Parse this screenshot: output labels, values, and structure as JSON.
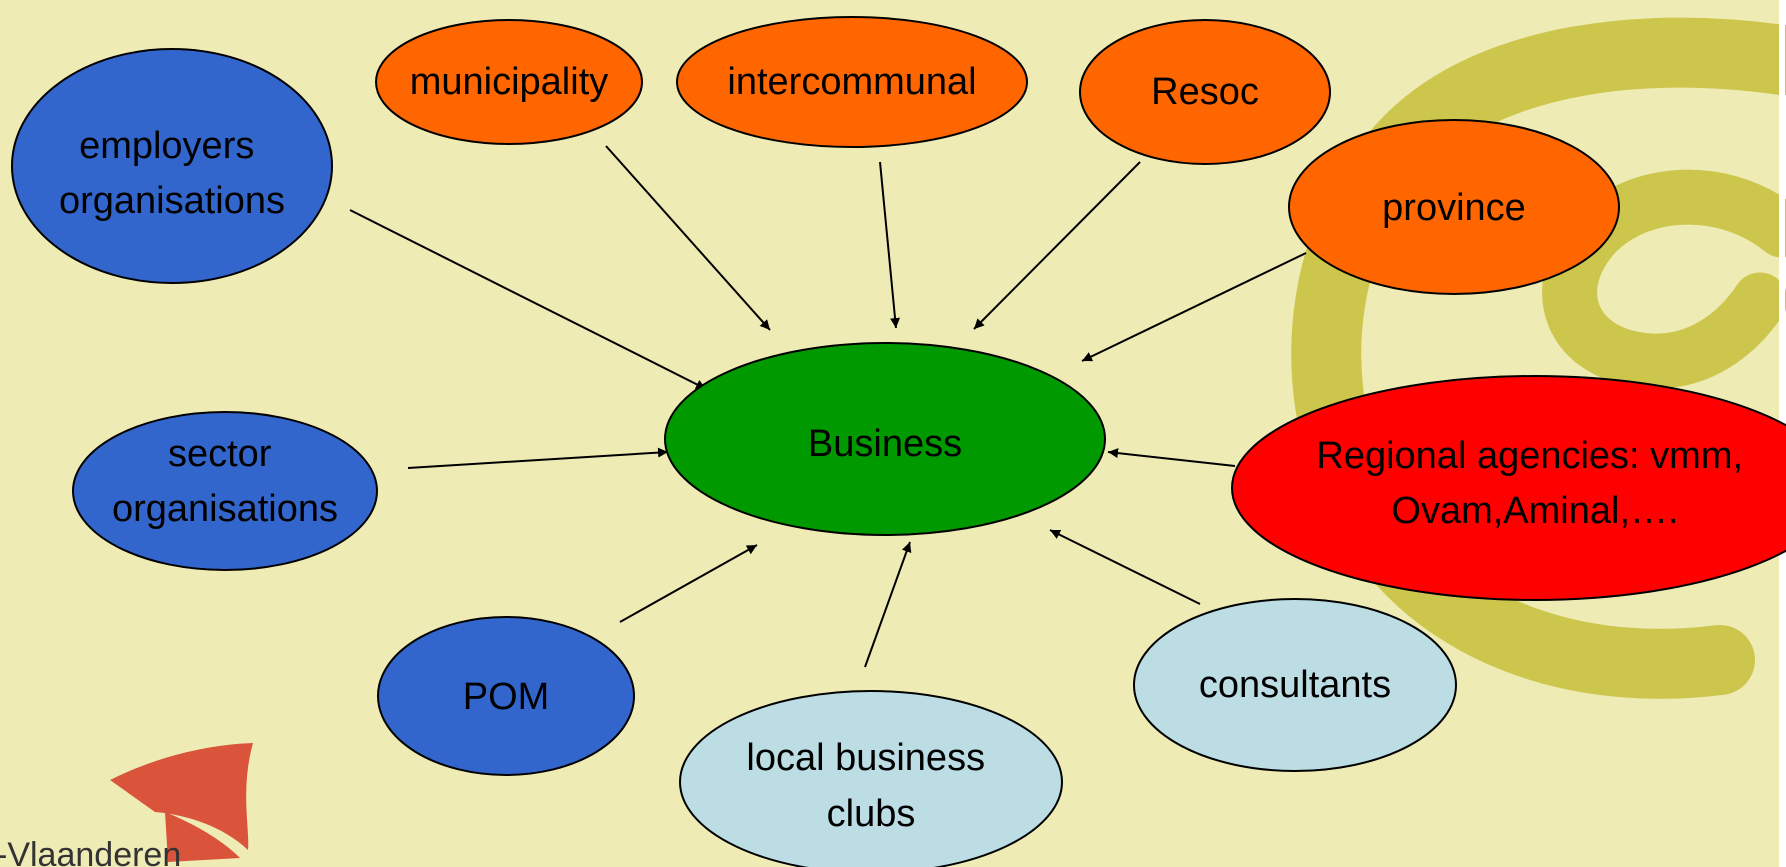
{
  "diagram": {
    "nodes": {
      "employers": {
        "lines": [
          "employers",
          "organisations"
        ],
        "color": "#3366CC"
      },
      "sector": {
        "lines": [
          "sector",
          "organisations"
        ],
        "color": "#3366CC"
      },
      "pom": {
        "lines": [
          "POM"
        ],
        "color": "#3366CC"
      },
      "municipality": {
        "lines": [
          "municipality"
        ],
        "color": "#FF6600"
      },
      "intercommunal": {
        "lines": [
          "intercommunal"
        ],
        "color": "#FF6600"
      },
      "resoc": {
        "lines": [
          "Resoc"
        ],
        "color": "#FF6600"
      },
      "province": {
        "lines": [
          "province"
        ],
        "color": "#FF6600"
      },
      "business": {
        "lines": [
          "Business"
        ],
        "color": "#009900"
      },
      "regional": {
        "lines": [
          "Regional agencies: vmm,",
          "Ovam,Aminal,…."
        ],
        "color": "#FF0000"
      },
      "consultants": {
        "lines": [
          "consultants"
        ],
        "color": "#BBDDE3"
      },
      "localclubs": {
        "lines": [
          "local business",
          "clubs"
        ],
        "color": "#BBDDE3"
      }
    },
    "edges": [
      {
        "from": "employers",
        "to": "business"
      },
      {
        "from": "municipality",
        "to": "business"
      },
      {
        "from": "intercommunal",
        "to": "business"
      },
      {
        "from": "resoc",
        "to": "business"
      },
      {
        "from": "province",
        "to": "business"
      },
      {
        "from": "sector",
        "to": "business"
      },
      {
        "from": "regional",
        "to": "business"
      },
      {
        "from": "pom",
        "to": "business"
      },
      {
        "from": "localclubs",
        "to": "business"
      },
      {
        "from": "consultants",
        "to": "business"
      }
    ]
  },
  "logo": {
    "text": "-Vlaanderen"
  },
  "colors": {
    "background": "#EEEBB5",
    "swirl": "#CDC64D",
    "logo": "#D9543A"
  }
}
